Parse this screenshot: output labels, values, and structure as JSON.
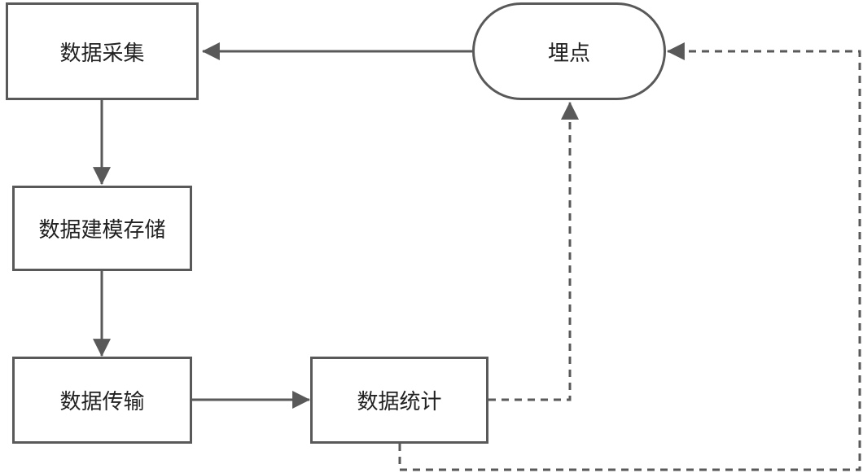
{
  "diagram": {
    "nodes": {
      "data_collection": "数据采集",
      "tracking_point": "埋点",
      "data_modeling_storage": "数据建模存储",
      "data_transmission": "数据传输",
      "data_statistics": "数据统计"
    },
    "colors": {
      "stroke": "#595959",
      "text": "#222222",
      "background": "#ffffff"
    },
    "edges": [
      {
        "from": "tracking_point",
        "to": "data_collection",
        "style": "solid"
      },
      {
        "from": "data_collection",
        "to": "data_modeling_storage",
        "style": "solid"
      },
      {
        "from": "data_modeling_storage",
        "to": "data_transmission",
        "style": "solid"
      },
      {
        "from": "data_transmission",
        "to": "data_statistics",
        "style": "solid"
      },
      {
        "from": "data_statistics",
        "to": "tracking_point",
        "style": "dashed"
      },
      {
        "from": "data_statistics",
        "to": "tracking_point",
        "style": "dashed"
      }
    ]
  }
}
